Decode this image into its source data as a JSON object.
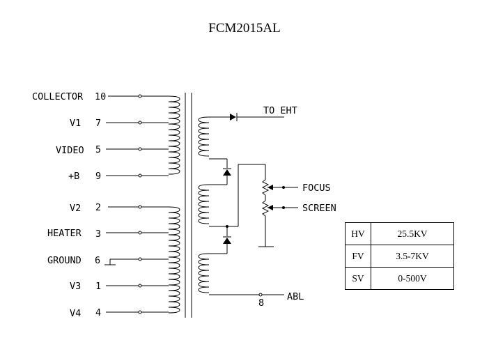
{
  "title": "FCM2015AL",
  "primary_pins": [
    {
      "label": "COLLECTOR",
      "pin": "10"
    },
    {
      "label": "V1",
      "pin": "7"
    },
    {
      "label": "VIDEO",
      "pin": "5"
    },
    {
      "label": "+B",
      "pin": "9"
    },
    {
      "label": "V2",
      "pin": "2"
    },
    {
      "label": "HEATER",
      "pin": "3"
    },
    {
      "label": "GROUND",
      "pin": "6"
    },
    {
      "label": "V3",
      "pin": "1"
    },
    {
      "label": "V4",
      "pin": "4"
    }
  ],
  "secondary": {
    "eht_label": "TO EHT",
    "focus_label": "FOCUS",
    "screen_label": "SCREEN",
    "abl_label": "ABL",
    "abl_pin": "8"
  },
  "spec_table": [
    {
      "key": "HV",
      "value": "25.5KV"
    },
    {
      "key": "FV",
      "value": "3.5-7KV"
    },
    {
      "key": "SV",
      "value": "0-500V"
    }
  ]
}
